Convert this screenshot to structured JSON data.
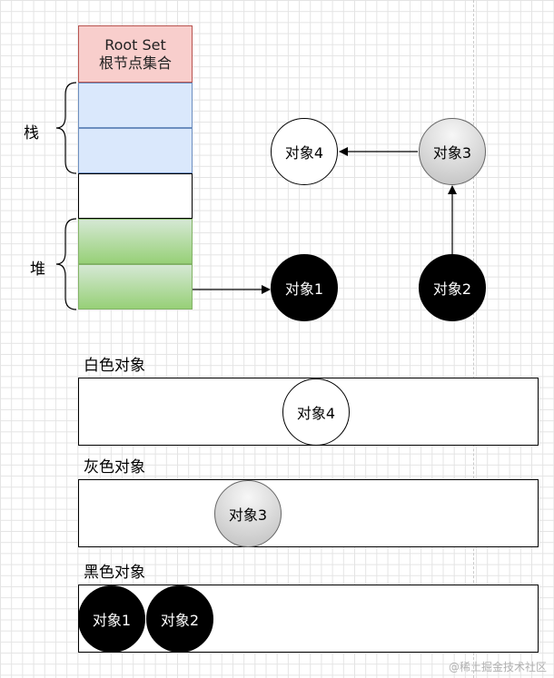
{
  "root_set": {
    "line1": "Root Set",
    "line2": "根节点集合"
  },
  "labels": {
    "stack": "栈",
    "heap": "堆"
  },
  "objects": {
    "obj1": "对象1",
    "obj2": "对象2",
    "obj3": "对象3",
    "obj4": "对象4"
  },
  "groups": {
    "white": {
      "title": "白色对象",
      "items": [
        "对象4"
      ]
    },
    "gray": {
      "title": "灰色对象",
      "items": [
        "对象3"
      ]
    },
    "black": {
      "title": "黑色对象",
      "items": [
        "对象1",
        "对象2"
      ]
    }
  },
  "colors": {
    "root_fill": "#f8cecc",
    "stack_fill": "#dae8fc",
    "heap_fill": "#97d077",
    "white_object": "#ffffff",
    "gray_object": "#bdbdbd",
    "black_object": "#000000"
  },
  "watermark": "@稀土掘金技术社区"
}
